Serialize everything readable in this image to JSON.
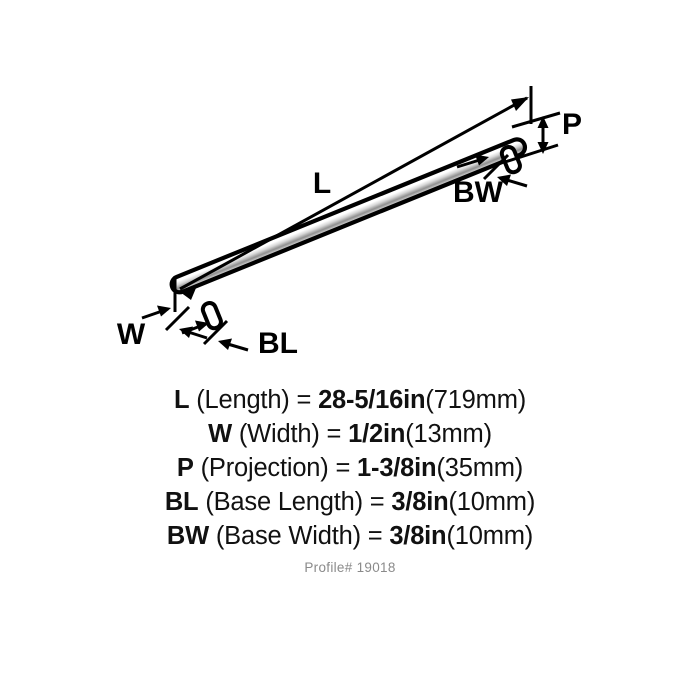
{
  "drawing": {
    "labels": {
      "length": "L",
      "width": "W",
      "projection": "P",
      "base_length": "BL",
      "base_width": "BW"
    },
    "colors": {
      "line": "#000000",
      "bar_highlight": "#ffffff",
      "bar_shadow": "#9a9a9a",
      "background": "#ffffff"
    }
  },
  "specs": {
    "lines": [
      {
        "code": "L",
        "name": " (Length) = ",
        "value": "28-5/16in",
        "metric": "(719mm)"
      },
      {
        "code": "W",
        "name": " (Width) = ",
        "value": "1/2in",
        "metric": "(13mm)"
      },
      {
        "code": "P",
        "name": " (Projection) = ",
        "value": "1-3/8in",
        "metric": "(35mm)"
      },
      {
        "code": "BL",
        "name": " (Base Length) = ",
        "value": "3/8in",
        "metric": "(10mm)"
      },
      {
        "code": "BW",
        "name": " (Base Width) = ",
        "value": "3/8in",
        "metric": "(10mm)"
      }
    ],
    "profile": "Profile# 19018"
  }
}
